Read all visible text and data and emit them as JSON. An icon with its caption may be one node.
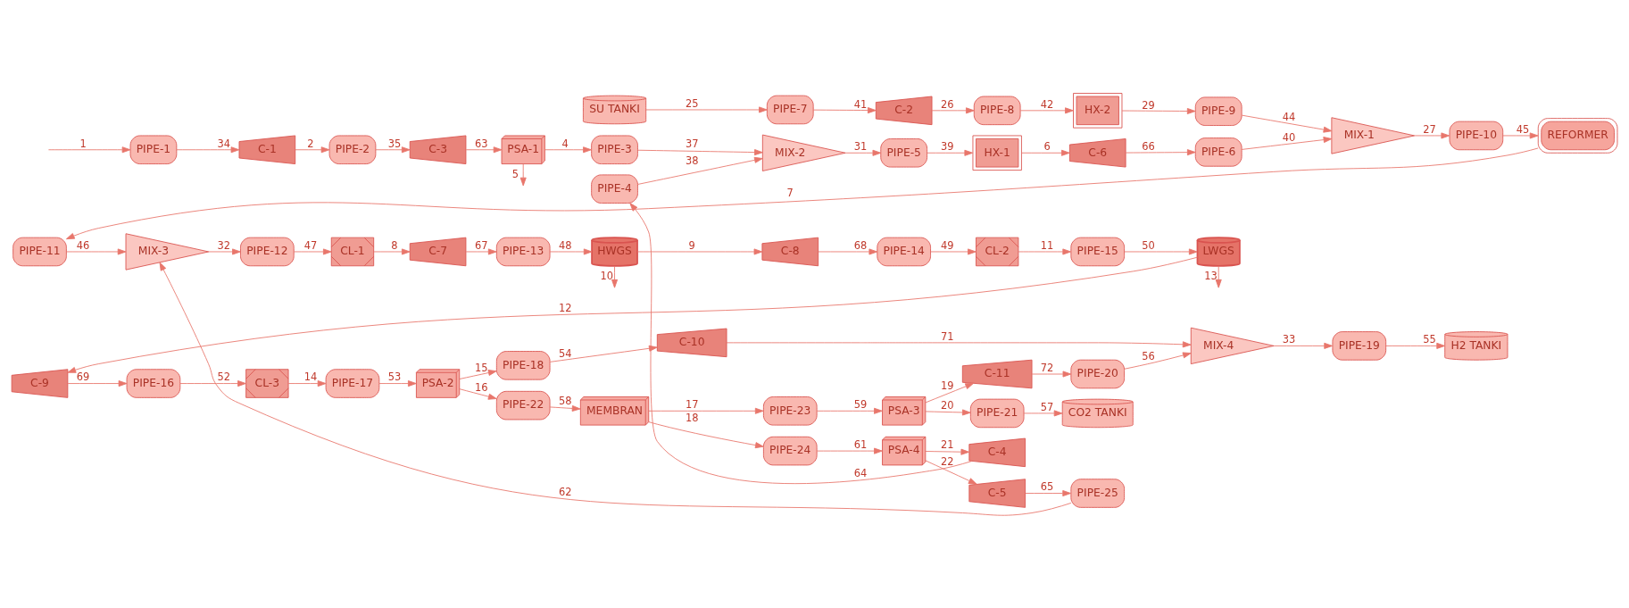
{
  "diagram": {
    "nodes": [
      {
        "text": [
          "SU TANKI"
        ]
      },
      {
        "text": [
          "PIPE-7"
        ]
      },
      {
        "text": [
          "C-2"
        ]
      },
      {
        "text": [
          "PIPE-8"
        ]
      },
      {
        "text": [
          "HX-2"
        ]
      },
      {
        "text": [
          "PIPE-9"
        ]
      },
      {
        "text": [
          "PIPE-1"
        ]
      },
      {
        "text": [
          "C-1"
        ]
      },
      {
        "text": [
          "PIPE-2"
        ]
      },
      {
        "text": [
          "C-3"
        ]
      },
      {
        "text": [
          "PSA-1"
        ]
      },
      {
        "text": [
          "PIPE-3"
        ]
      },
      {
        "text": [
          "MIX-2"
        ]
      },
      {
        "text": [
          "PIPE-4"
        ]
      },
      {
        "text": [
          "PIPE-5"
        ]
      },
      {
        "text": [
          "HX-1"
        ]
      },
      {
        "text": [
          "C-6"
        ]
      },
      {
        "text": [
          "PIPE-6"
        ]
      },
      {
        "text": [
          "MIX-1"
        ]
      },
      {
        "text": [
          "PIPE-10"
        ]
      },
      {
        "text": [
          "REFORMER"
        ]
      },
      {
        "text": [
          "PIPE-11"
        ]
      },
      {
        "text": [
          "MIX-3"
        ]
      },
      {
        "text": [
          "PIPE-12"
        ]
      },
      {
        "text": [
          "CL-1"
        ]
      },
      {
        "text": [
          "C-7"
        ]
      },
      {
        "text": [
          "PIPE-13"
        ]
      },
      {
        "text": [
          "HWGS"
        ]
      },
      {
        "text": [
          "C-8"
        ]
      },
      {
        "text": [
          "PIPE-14"
        ]
      },
      {
        "text": [
          "CL-2"
        ]
      },
      {
        "text": [
          "PIPE-15"
        ]
      },
      {
        "text": [
          "LWGS"
        ]
      },
      {
        "text": [
          "C-9"
        ]
      },
      {
        "text": [
          "PIPE-16"
        ]
      },
      {
        "text": [
          "CL-3"
        ]
      },
      {
        "text": [
          "PIPE-17"
        ]
      },
      {
        "text": [
          "PSA-2"
        ]
      },
      {
        "text": [
          "PIPE-18"
        ]
      },
      {
        "text": [
          "C-10"
        ]
      },
      {
        "text": [
          "MIX-4"
        ]
      },
      {
        "text": [
          "PIPE-20"
        ]
      },
      {
        "text": [
          "PIPE-19"
        ]
      },
      {
        "text": [
          "C-11"
        ]
      },
      {
        "text": [
          "PIPE-22"
        ]
      },
      {
        "text": [
          "PSA-3"
        ]
      },
      {
        "text": [
          "PIPE-23"
        ]
      },
      {
        "text": [
          "MEMBRAN"
        ]
      },
      {
        "text": [
          "PIPE-21"
        ]
      },
      {
        "text": [
          "H2 TANKI"
        ]
      },
      {
        "text": [
          "CO2 TANKI"
        ]
      },
      {
        "text": [
          "PIPE-24"
        ]
      },
      {
        "text": [
          "PSA-4"
        ]
      },
      {
        "text": [
          "C-4"
        ]
      },
      {
        "text": [
          "C-5"
        ]
      },
      {
        "text": [
          "PIPE-25"
        ]
      }
    ],
    "edges": [
      {
        "from": null,
        "to": 6,
        "arrow": "to",
        "label": "1"
      },
      {
        "from": 6,
        "to": 7,
        "arrow": "to",
        "label": "34"
      },
      {
        "from": 7,
        "to": 8,
        "arrow": "to",
        "label": "2"
      },
      {
        "from": 8,
        "to": 9,
        "arrow": "to",
        "label": "35"
      },
      {
        "from": 9,
        "to": 10,
        "arrow": "to",
        "label": "63"
      },
      {
        "from": 10,
        "to": 11,
        "arrow": "to",
        "label": "4"
      },
      {
        "from": 10,
        "to": null,
        "arrow": "to",
        "label": "5"
      },
      {
        "from": 11,
        "to": 12,
        "arrow": "to",
        "label": "37"
      },
      {
        "from": 13,
        "to": 12,
        "arrow": "to",
        "label": "38"
      },
      {
        "from": 12,
        "to": 14,
        "arrow": "to",
        "label": "31"
      },
      {
        "from": 14,
        "to": 15,
        "arrow": "to",
        "label": "39"
      },
      {
        "from": 15,
        "to": 16,
        "arrow": "to",
        "label": "6"
      },
      {
        "from": 16,
        "to": 17,
        "arrow": "to",
        "label": "66"
      },
      {
        "from": 17,
        "to": 18,
        "arrow": "to",
        "label": "40"
      },
      {
        "from": 5,
        "to": 18,
        "arrow": "to",
        "label": "44"
      },
      {
        "from": 18,
        "to": 19,
        "arrow": "to",
        "label": "27"
      },
      {
        "from": 19,
        "to": 20,
        "arrow": "to",
        "label": "45"
      },
      {
        "from": 20,
        "to": 21,
        "arrow": "to",
        "label": "7"
      },
      {
        "from": 21,
        "to": 22,
        "arrow": "to",
        "label": "46"
      },
      {
        "from": 55,
        "to": 22,
        "arrow": "to",
        "label": "62"
      },
      {
        "from": 22,
        "to": 23,
        "arrow": "to",
        "label": "32"
      },
      {
        "from": 23,
        "to": 24,
        "arrow": "to",
        "label": "47"
      },
      {
        "from": 24,
        "to": 25,
        "arrow": "to",
        "label": "8"
      },
      {
        "from": 25,
        "to": 26,
        "arrow": "to",
        "label": "67"
      },
      {
        "from": 26,
        "to": 27,
        "arrow": "to",
        "label": "48"
      },
      {
        "from": 27,
        "to": 28,
        "arrow": "to",
        "label": "9"
      },
      {
        "from": 27,
        "to": null,
        "arrow": "to",
        "label": "10"
      },
      {
        "from": 28,
        "to": 29,
        "arrow": "to",
        "label": "68"
      },
      {
        "from": 29,
        "to": 30,
        "arrow": "to",
        "label": "49"
      },
      {
        "from": 30,
        "to": 31,
        "arrow": "to",
        "label": "11"
      },
      {
        "from": 31,
        "to": 32,
        "arrow": "to",
        "label": "50"
      },
      {
        "from": 32,
        "to": 33,
        "arrow": "to",
        "label": "12"
      },
      {
        "from": 32,
        "to": null,
        "arrow": "to",
        "label": "13"
      },
      {
        "from": 33,
        "to": 34,
        "arrow": "to",
        "label": "69"
      },
      {
        "from": 34,
        "to": 35,
        "arrow": "to",
        "label": "52"
      },
      {
        "from": 35,
        "to": 36,
        "arrow": "to",
        "label": "14"
      },
      {
        "from": 36,
        "to": 37,
        "arrow": "to",
        "label": "53"
      },
      {
        "from": 37,
        "to": 38,
        "arrow": "to",
        "label": "15"
      },
      {
        "from": 38,
        "to": 39,
        "arrow": "to",
        "label": "54"
      },
      {
        "from": 39,
        "to": 40,
        "arrow": "to",
        "label": "71"
      },
      {
        "from": 37,
        "to": 44,
        "arrow": "to",
        "label": "16"
      },
      {
        "from": 44,
        "to": 47,
        "arrow": "to",
        "label": "58"
      },
      {
        "from": 47,
        "to": 46,
        "arrow": "to",
        "label": "17"
      },
      {
        "from": 46,
        "to": 45,
        "arrow": "to",
        "label": "59"
      },
      {
        "from": 47,
        "to": 51,
        "arrow": "to",
        "label": "18"
      },
      {
        "from": 51,
        "to": 52,
        "arrow": "to",
        "label": "61"
      },
      {
        "from": 45,
        "to": 43,
        "arrow": "to",
        "label": "19"
      },
      {
        "from": 43,
        "to": 41,
        "arrow": "to",
        "label": "72"
      },
      {
        "from": 41,
        "to": 40,
        "arrow": "to",
        "label": "56"
      },
      {
        "from": 40,
        "to": 42,
        "arrow": "to",
        "label": "33"
      },
      {
        "from": 42,
        "to": 49,
        "arrow": "to",
        "label": "55"
      },
      {
        "from": 45,
        "to": 48,
        "arrow": "to",
        "label": "20"
      },
      {
        "from": 48,
        "to": 50,
        "arrow": "to",
        "label": "57"
      },
      {
        "from": 52,
        "to": 54,
        "arrow": "to",
        "label": "22"
      },
      {
        "from": 54,
        "to": 55,
        "arrow": "to",
        "label": "65"
      },
      {
        "from": 52,
        "to": 53,
        "arrow": "to",
        "label": "21"
      },
      {
        "from": 53,
        "to": 13,
        "arrow": "to",
        "label": "64"
      },
      {
        "from": 0,
        "to": 1,
        "arrow": "to",
        "label": "25"
      },
      {
        "from": 1,
        "to": 2,
        "arrow": "to",
        "label": "41"
      },
      {
        "from": 2,
        "to": 3,
        "arrow": "to",
        "label": "26"
      },
      {
        "from": 3,
        "to": 4,
        "arrow": "to",
        "label": "42"
      },
      {
        "from": 4,
        "to": 5,
        "arrow": "to",
        "label": "29"
      }
    ]
  }
}
